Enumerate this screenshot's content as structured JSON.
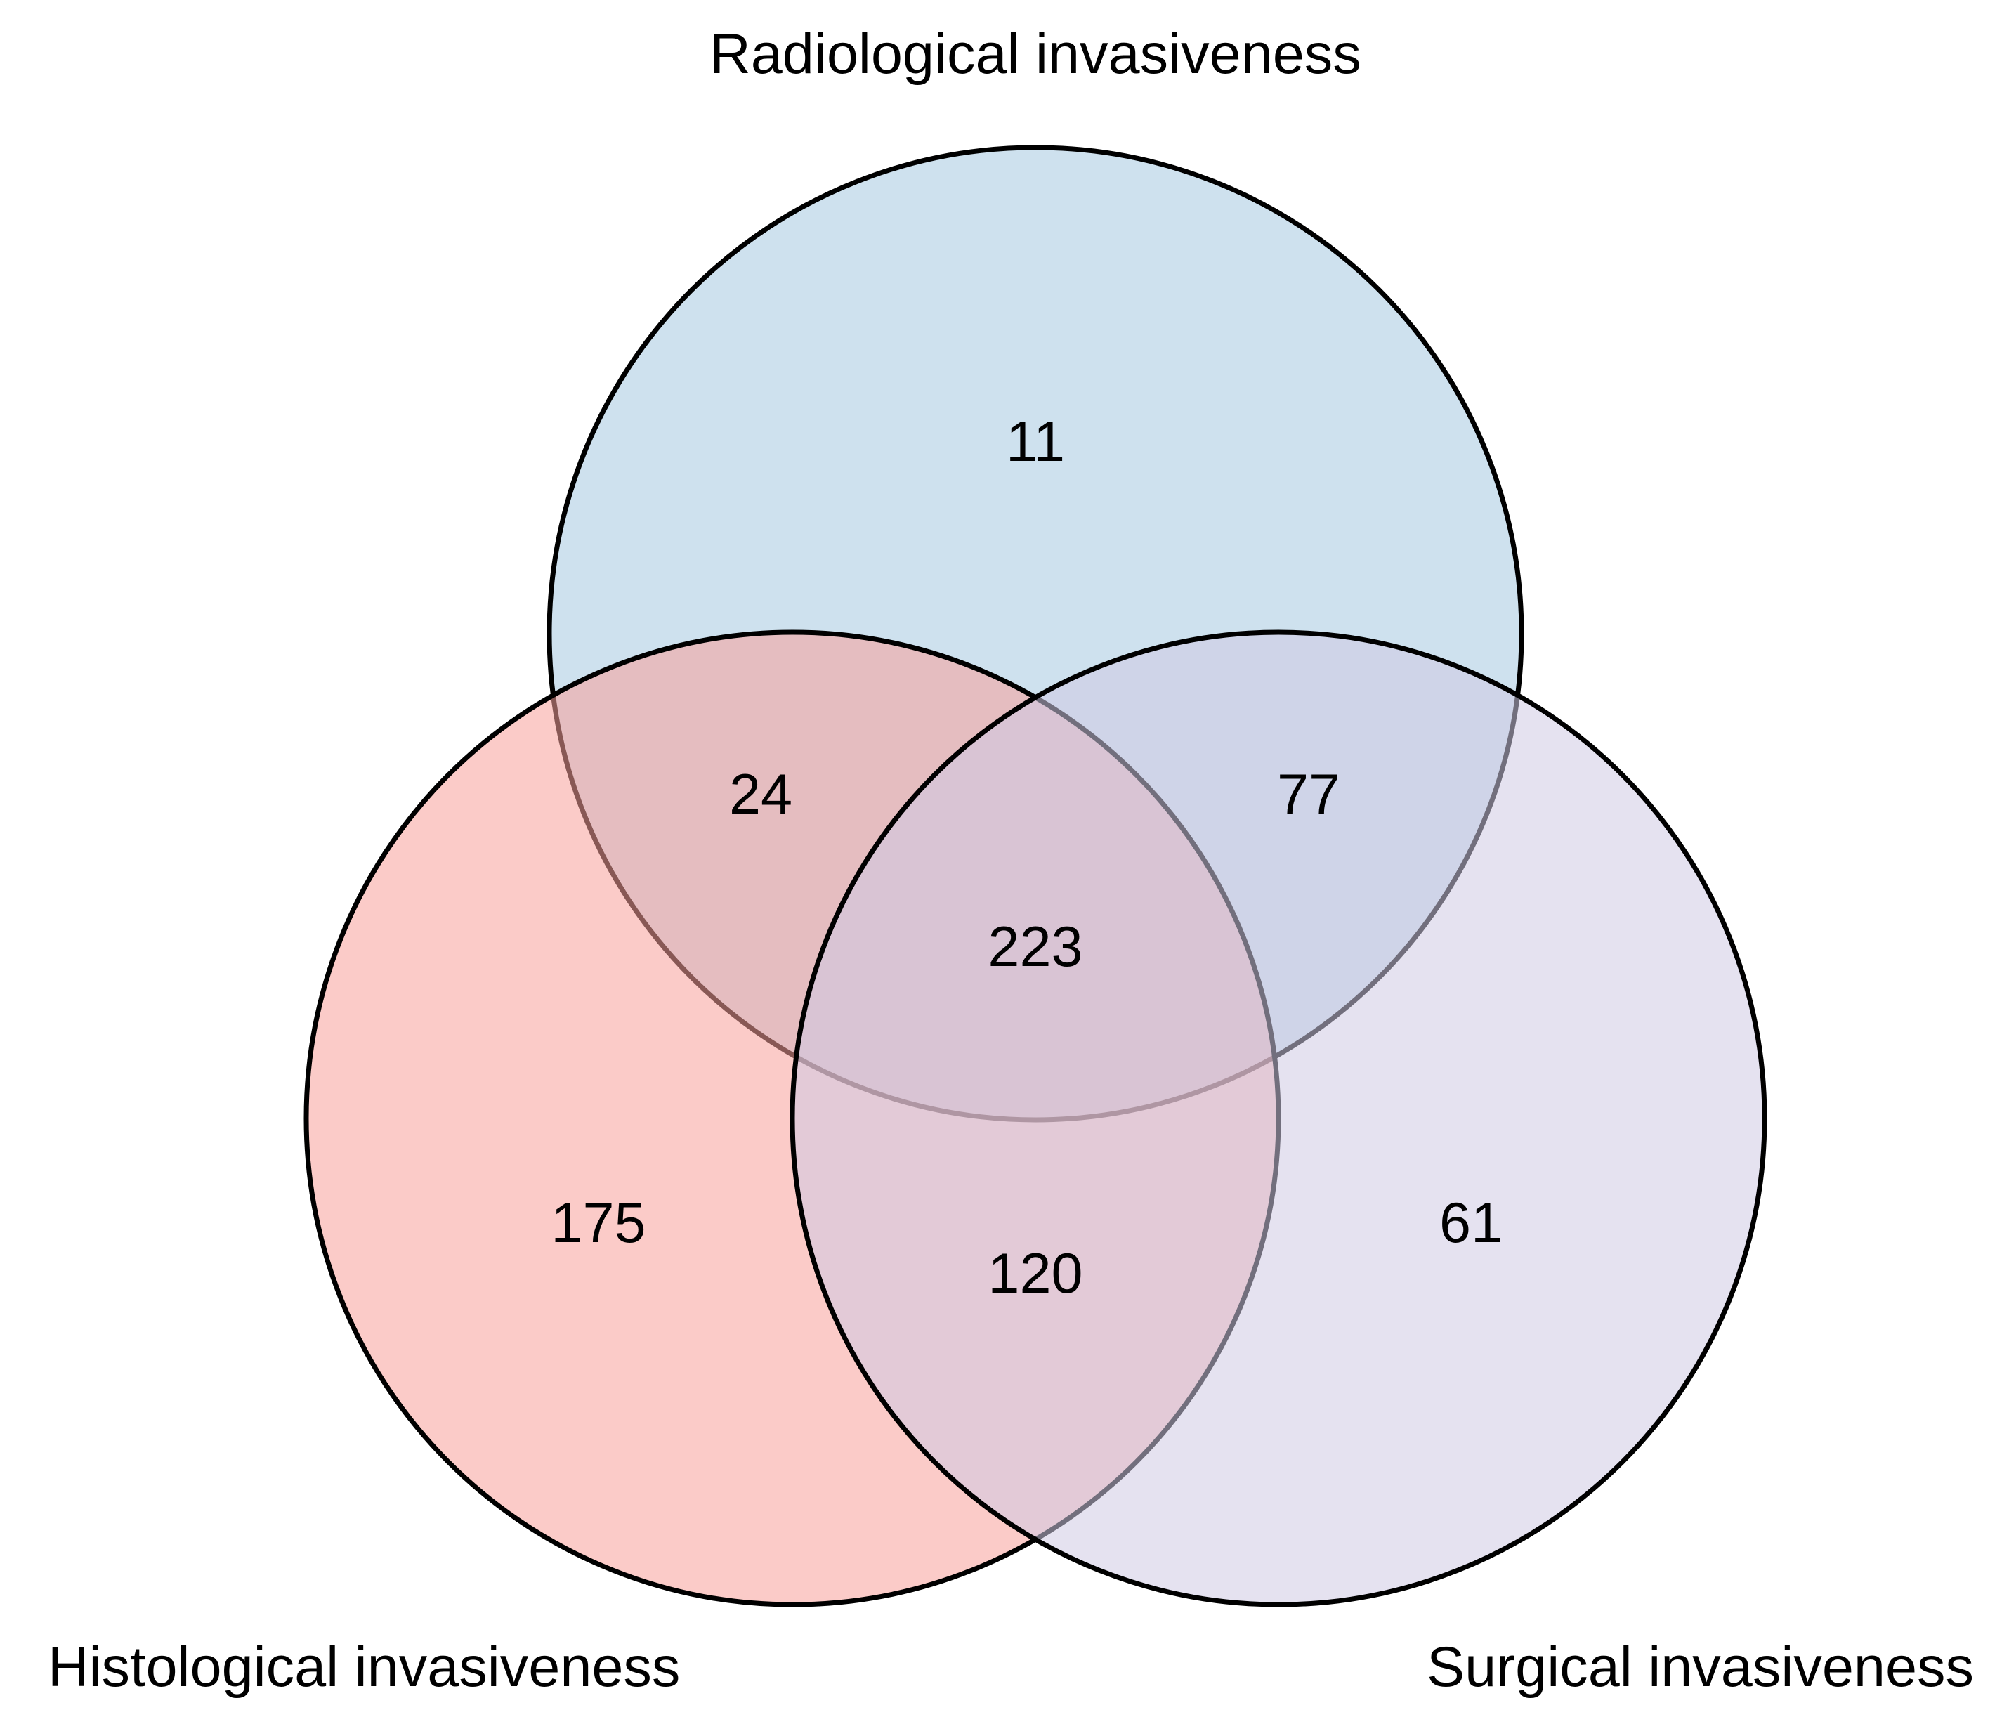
{
  "sets": [
    {
      "id": "radiological",
      "label": "Radiological invasiveness",
      "fill": "#9dc3de",
      "fill_opacity": 0.5
    },
    {
      "id": "histological",
      "label": "Histological invasiveness",
      "fill": "#f7a19a",
      "fill_opacity": 0.55
    },
    {
      "id": "surgical",
      "label": "Surgical invasiveness",
      "fill": "#cfcbe3",
      "fill_opacity": 0.55
    }
  ],
  "regions": {
    "radiological_only": "11",
    "histological_only": "175",
    "surgical_only": "61",
    "radiological_and_histological": "24",
    "radiological_and_surgical": "77",
    "histological_and_surgical": "120",
    "all_three": "223"
  }
}
